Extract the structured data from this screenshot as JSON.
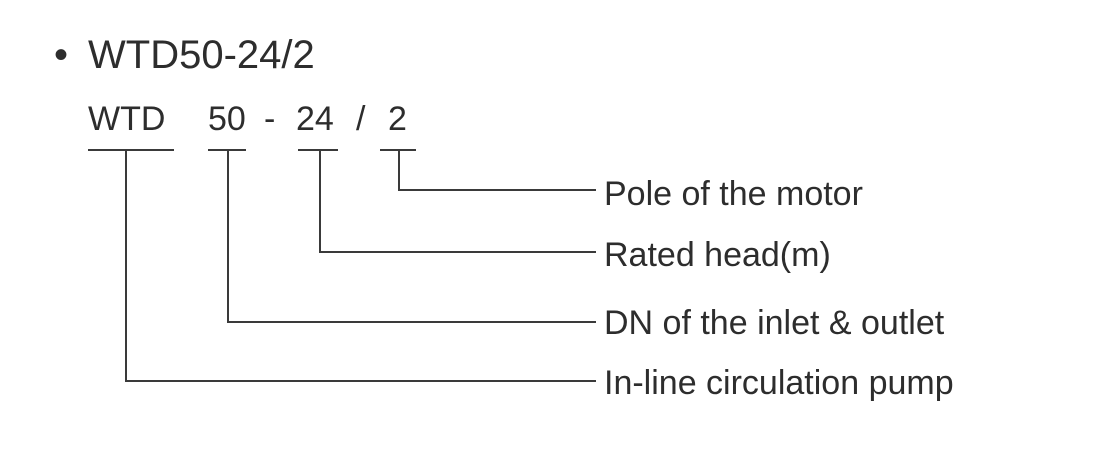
{
  "heading": {
    "bullet": "•",
    "model": "WTD50-24/2"
  },
  "code_parts": {
    "series": "WTD",
    "inlet_dn": "50",
    "dash": "-",
    "head": "24",
    "slash": "/",
    "poles": "2"
  },
  "labels": {
    "poles": "Pole of the motor",
    "head": "Rated head(m)",
    "inlet_dn": "DN of the inlet & outlet",
    "series": "In-line circulation pump"
  },
  "colors": {
    "text": "#2d2d2d",
    "line": "#3a3a3a"
  }
}
